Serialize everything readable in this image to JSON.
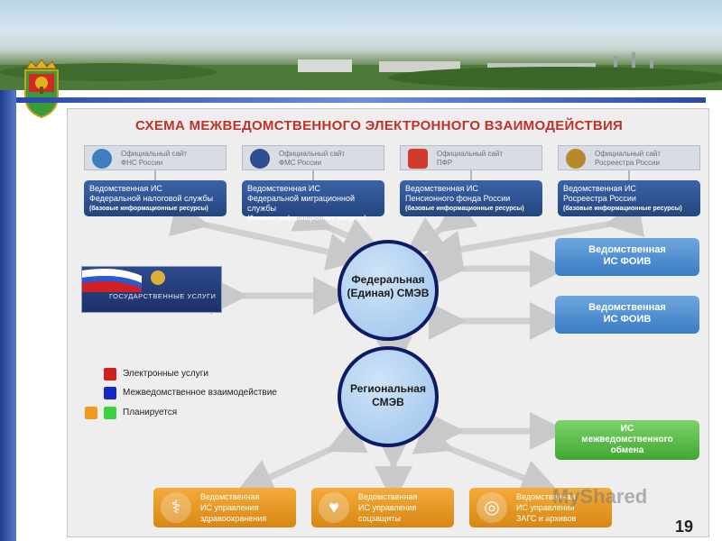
{
  "title": "СХЕМА МЕЖВЕДОМСТВЕННОГО ЭЛЕКТРОННОГО ВЗАИМОДЕЙСТВИЯ",
  "sites": [
    {
      "line1": "Официальный сайт",
      "line2": "ФНС России",
      "icon": "fns-emblem-icon",
      "color": "#3f7cc0"
    },
    {
      "line1": "Официальный сайт",
      "line2": "ФМС России",
      "icon": "fms-emblem-icon",
      "color": "#2b4f8f"
    },
    {
      "line1": "Официальный сайт",
      "line2": "ПФР",
      "icon": "pfr-emblem-icon",
      "color": "#d33a2c"
    },
    {
      "line1": "Официальный сайт",
      "line2": "Росреестра России",
      "icon": "rosreestr-emblem-icon",
      "color": "#b8892c"
    }
  ],
  "vedomstva": [
    {
      "line1": "Ведомственная ИС",
      "line2": "Федеральной налоговой службы",
      "line3": "(базовые информационные ресурсы)"
    },
    {
      "line1": "Ведомственная ИС",
      "line2": "Федеральной миграционной службы",
      "line3": "(базовые информационные ресурсы)"
    },
    {
      "line1": "Ведомственная ИС",
      "line2": "Пенсионного фонда России",
      "line3": "(базовые информационные ресурсы)"
    },
    {
      "line1": "Ведомственная ИС",
      "line2": "Росреестра России",
      "line3": "(базовые информационные ресурсы)"
    }
  ],
  "foiv": [
    {
      "line1": "Ведомственная",
      "line2": "ИС ФОИВ"
    },
    {
      "line1": "Ведомственная",
      "line2": "ИС ФОИВ"
    }
  ],
  "mezhved": {
    "line1": "ИС",
    "line2": "межведомственного",
    "line3": "обмена"
  },
  "federal": {
    "line1": "Федеральная",
    "line2": "(Единая) СМЭВ"
  },
  "regional": {
    "line1": "Региональная",
    "line2": "СМЭВ"
  },
  "gosuslugi": {
    "label": "ГОСУДАРСТВЕННЫЕ УСЛУГИ"
  },
  "legend": [
    {
      "label": "Электронные услуги",
      "colors": [
        "#d01f1f"
      ]
    },
    {
      "label": "Межведомственное взаимодействие",
      "colors": [
        "#1428c8"
      ]
    },
    {
      "label": "Планируется",
      "colors": [
        "#f39a1e",
        "#38d43a"
      ]
    }
  ],
  "regional_systems": [
    {
      "line1": "Ведомственная",
      "line2": "ИС управления",
      "line3": "здравоохранения",
      "icon": "medical-caduceus-icon",
      "glyph": "⚕"
    },
    {
      "line1": "Ведомственная",
      "line2": "ИС управления",
      "line3": "соцзащиты",
      "icon": "helping-hands-icon",
      "glyph": "♥"
    },
    {
      "line1": "Ведомственная",
      "line2": "ИС управления",
      "line3": "ЗАГС и архивов",
      "icon": "wedding-rings-icon",
      "glyph": "◎"
    }
  ],
  "page_number": "19",
  "watermark": "MyShared",
  "colors": {
    "title": "#c03128",
    "circle_border": "#0d1a66",
    "ved_blue": "#24467f"
  }
}
